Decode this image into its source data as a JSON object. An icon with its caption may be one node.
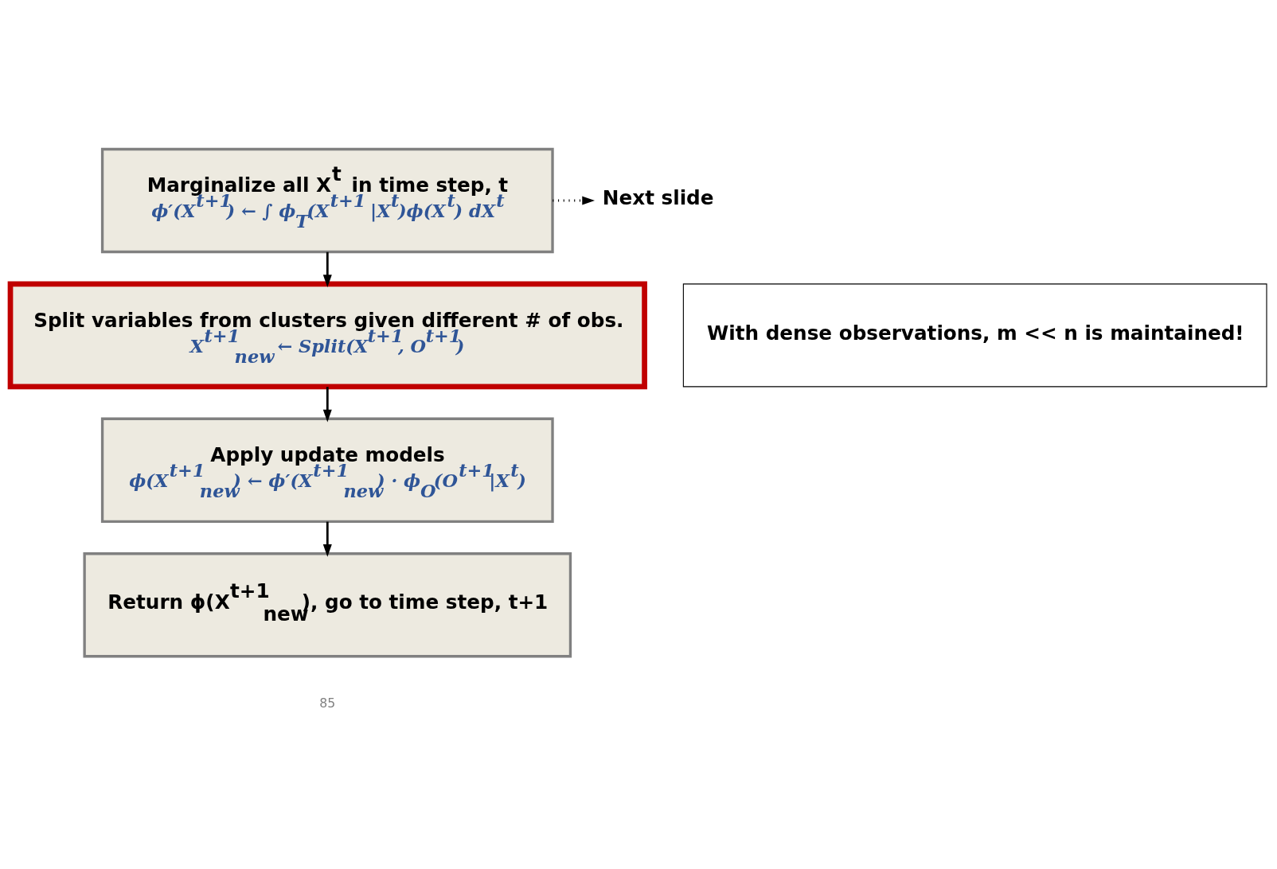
{
  "diagram": {
    "nodes": [
      {
        "text": [
          "Marginalize all X$^{t}$ in time step, t",
          "ϕ′(X$^{t+1}$) ← ∫ ϕ$_{T}$(X$^{t+1}$ |X$^{t}$)ϕ(X$^{t}$) dX$^{t}$"
        ]
      },
      {
        "text": [
          "Next slide"
        ]
      },
      {
        "text": [
          "Split variables from clusters given different # of obs.",
          "X$^{t+1}$$_{new}$ ← Split(X$^{t+1}$, O$^{t+1}$)"
        ]
      },
      {
        "text": [
          "With dense observations, m << n is maintained!"
        ]
      },
      {
        "text": [
          "Apply update models",
          "ϕ(X$^{t+1}$$_{new}$) ← ϕ′(X$^{t+1}$$_{new}$) · ϕ$_{O}$(O$^{t+1}$|X$^{t}$)"
        ]
      },
      {
        "text": [
          "Return ϕ(X$^{t+1}$$_{new}$), go to time step, t+1"
        ]
      }
    ],
    "edges": [
      {
        "from": 0,
        "to": 1,
        "arrow": "to",
        "style": "dashed"
      },
      {
        "from": 0,
        "to": 2,
        "arrow": "to"
      },
      {
        "from": 2,
        "to": 4,
        "arrow": "to"
      },
      {
        "from": 4,
        "to": 5,
        "arrow": "to"
      }
    ],
    "labels": [
      "85"
    ]
  }
}
